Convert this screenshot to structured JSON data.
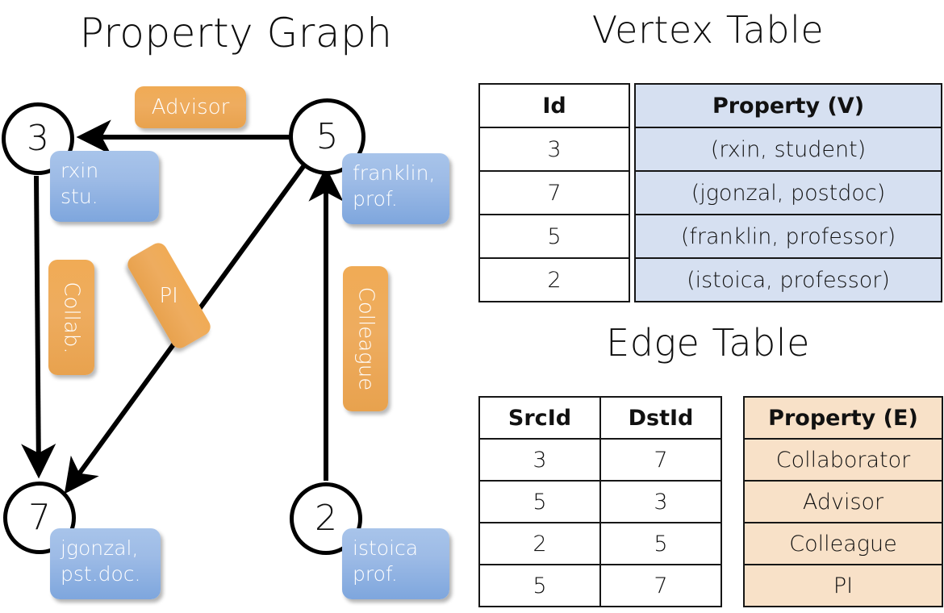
{
  "titles": {
    "property_graph": "Property Graph",
    "vertex_table": "Vertex Table",
    "edge_table": "Edge Table"
  },
  "colors": {
    "vertex_property_cell": "#d6e0f1",
    "edge_property_cell": "#f8e1c8",
    "node_box_blue": "#9dbbe6",
    "edge_label_orange": "#eeac5f",
    "stroke": "#000000"
  },
  "graph": {
    "nodes": [
      {
        "id": "3",
        "property_text": "rxin\nstu."
      },
      {
        "id": "5",
        "property_text": "franklin,\nprof."
      },
      {
        "id": "7",
        "property_text": "jgonzal,\npst.doc."
      },
      {
        "id": "2",
        "property_text": "istoica\nprof."
      }
    ],
    "edge_labels": [
      {
        "name": "advisor",
        "text": "Advisor"
      },
      {
        "name": "collab",
        "text": "Collab."
      },
      {
        "name": "pi",
        "text": "PI"
      },
      {
        "name": "colleague",
        "text": "Colleague"
      }
    ]
  },
  "vertex_table": {
    "headers": {
      "id": "Id",
      "property": "Property (V)"
    },
    "rows": [
      {
        "id": "3",
        "property": "(rxin, student)"
      },
      {
        "id": "7",
        "property": "(jgonzal, postdoc)"
      },
      {
        "id": "5",
        "property": "(franklin, professor)"
      },
      {
        "id": "2",
        "property": "(istoica, professor)"
      }
    ]
  },
  "edge_table": {
    "headers": {
      "src": "SrcId",
      "dst": "DstId",
      "property": "Property (E)"
    },
    "rows": [
      {
        "src": "3",
        "dst": "7",
        "property": "Collaborator"
      },
      {
        "src": "5",
        "dst": "3",
        "property": "Advisor"
      },
      {
        "src": "2",
        "dst": "5",
        "property": "Colleague"
      },
      {
        "src": "5",
        "dst": "7",
        "property": "PI"
      }
    ]
  }
}
